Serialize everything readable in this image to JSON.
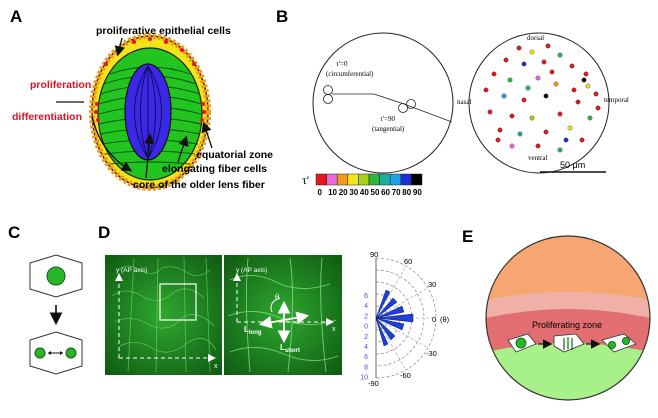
{
  "panels": {
    "a": {
      "letter": "A",
      "label_proliferative": "proliferative epithelial  cells",
      "label_proliferation": "proliferation",
      "label_differentiation": "differentiation",
      "label_equatorial": "equatorial zone",
      "label_elongating": "elongating fiber cells",
      "label_core": "core of the older lens fiber",
      "colors": {
        "red": "#e8141e",
        "yellow": "#f2e31a",
        "green": "#22c51f",
        "blue": "#3a28e6",
        "orange": "#f59a18"
      }
    },
    "b": {
      "letter": "B",
      "tau0_line1": "τ'=0",
      "tau0_line2": "(circumferential)",
      "tau90_line1": "τ'=90",
      "tau90_line2": "(tangential)",
      "dorsal": "dorsal",
      "nasal": "nasal",
      "temporal": "temporal",
      "ventral": "ventral",
      "scale": "50 μm",
      "colorbar_title": "τ'",
      "colorbar_ticks": [
        "0",
        "10",
        "20",
        "30",
        "40",
        "50",
        "60",
        "70",
        "80",
        "90"
      ],
      "colorbar_colors": [
        "#e8141e",
        "#e86ad6",
        "#f59a18",
        "#f2e31a",
        "#a8d11a",
        "#2cb83a",
        "#14b0a0",
        "#1ea2e8",
        "#1a2fd6",
        "#000000"
      ]
    },
    "c": {
      "letter": "C",
      "colors": {
        "green": "#29b52a"
      }
    },
    "d": {
      "letter": "D",
      "y_axis_left": "y (AP axis)",
      "y_axis_mid": "y (AP axis)",
      "x_left": "x",
      "x_mid": "x",
      "theta": "θ",
      "l_long_main": "L",
      "l_long_sub": "long",
      "l_short_main": "L",
      "l_short_sub": "short",
      "polar_top": "90",
      "polar_60": "60",
      "polar_30": "30",
      "polar_0": "0",
      "polar_theta": "(θ)",
      "polar_m30": "-30",
      "polar_m60": "-60",
      "polar_m90": "-90",
      "radial_ticks": [
        "6",
        "4",
        "2",
        "0",
        "2",
        "4",
        "6",
        "8",
        "10"
      ],
      "colors": {
        "bar": "#1e3fd8",
        "tick": "#3a5bd8"
      }
    },
    "e": {
      "letter": "E",
      "label_zone": "Proliferating zone",
      "colors": {
        "orange": "#f5a671",
        "green": "#a8f08a",
        "band": "#e26e72"
      }
    }
  }
}
